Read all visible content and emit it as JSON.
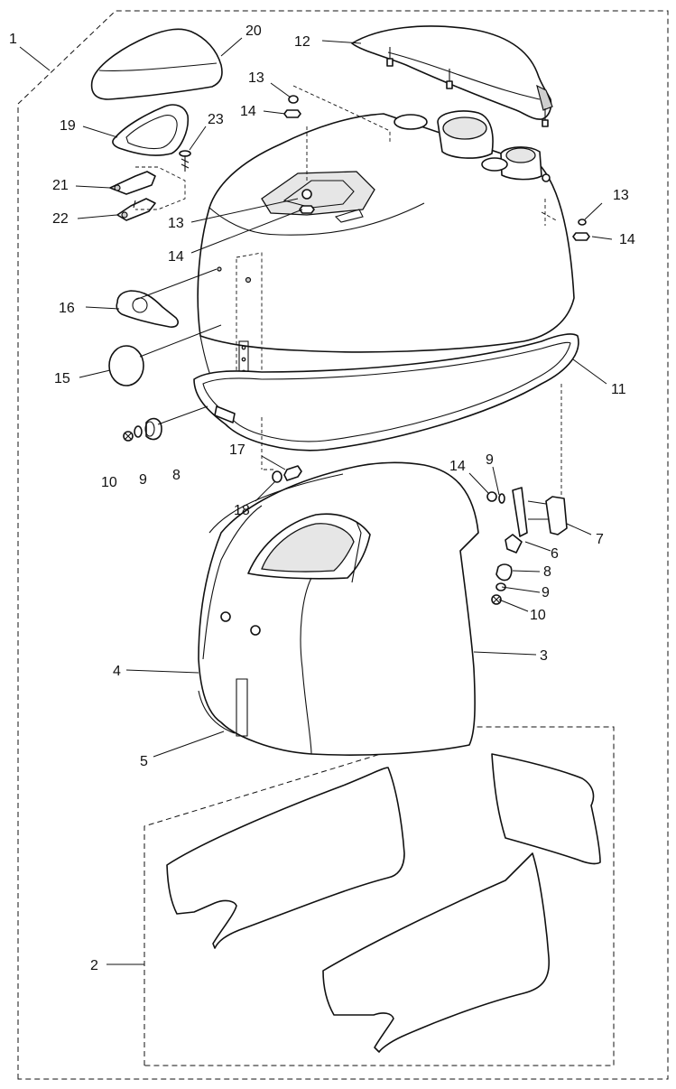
{
  "callouts": {
    "c1": "1",
    "c2": "2",
    "c3": "3",
    "c4": "4",
    "c5": "5",
    "c6": "6",
    "c7": "7",
    "c8a": "8",
    "c8b": "8",
    "c9a": "9",
    "c9b": "9",
    "c9c": "9",
    "c10a": "10",
    "c10b": "10",
    "c11": "11",
    "c12": "12",
    "c13a": "13",
    "c13b": "13",
    "c13c": "13",
    "c14a": "14",
    "c14b": "14",
    "c14c": "14",
    "c14d": "14",
    "c15": "15",
    "c16": "16",
    "c17": "17",
    "c18": "18",
    "c19": "19",
    "c20": "20",
    "c21": "21",
    "c22": "22",
    "c23": "23"
  }
}
